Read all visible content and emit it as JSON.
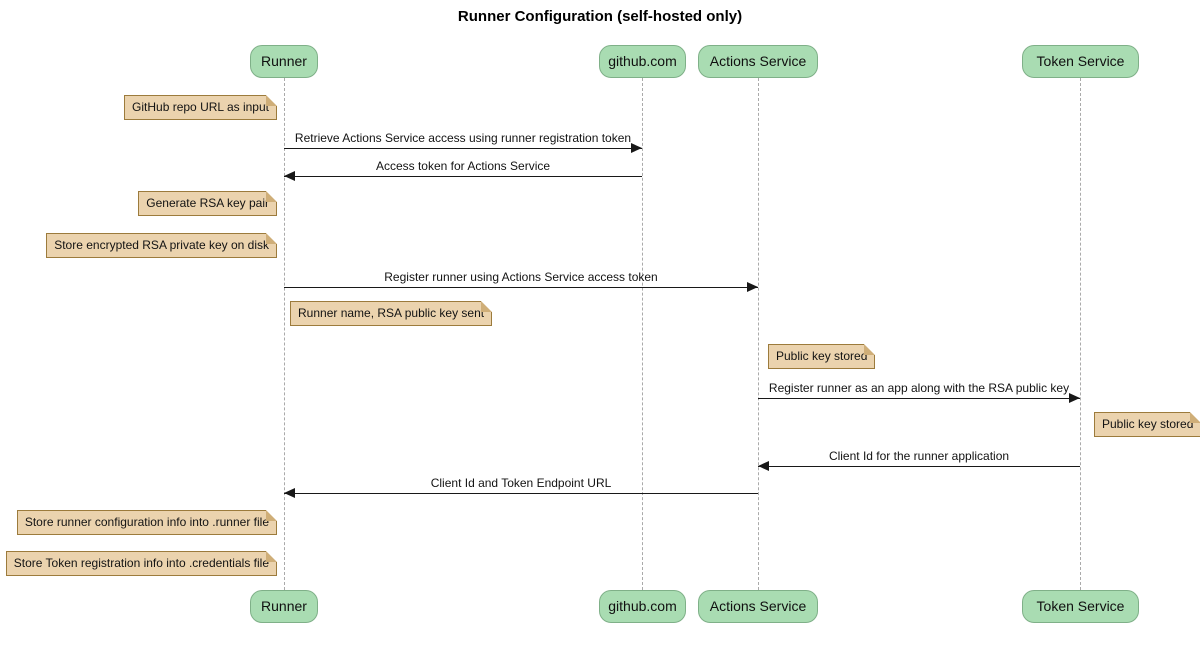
{
  "title": "Runner Configuration (self-hosted only)",
  "colors": {
    "participant_fill": "#a9dcb2",
    "participant_border": "#7fb088",
    "note_fill": "#ebd3ae",
    "note_border": "#9c7b3c",
    "note_fold": "#cfae78",
    "line": "#181818",
    "lifeline": "#aaaaaa"
  },
  "participants": [
    {
      "label": "Runner"
    },
    {
      "label": "github.com"
    },
    {
      "label": "Actions Service"
    },
    {
      "label": "Token Service"
    }
  ],
  "messages": [
    {
      "from": "Runner",
      "to": "github.com",
      "text": "Retrieve Actions Service access using runner registration token"
    },
    {
      "from": "github.com",
      "to": "Runner",
      "text": "Access token for Actions Service"
    },
    {
      "from": "Runner",
      "to": "Actions Service",
      "text": "Register runner using Actions Service access token"
    },
    {
      "from": "Actions Service",
      "to": "Token Service",
      "text": "Register runner as an app along with the RSA public key"
    },
    {
      "from": "Token Service",
      "to": "Actions Service",
      "text": "Client Id for the runner application"
    },
    {
      "from": "Actions Service",
      "to": "Runner",
      "text": "Client Id and Token Endpoint URL"
    }
  ],
  "notes": [
    {
      "text": "GitHub repo URL as input",
      "position": "left of Runner"
    },
    {
      "text": "Generate RSA key pair",
      "position": "left of Runner"
    },
    {
      "text": "Store encrypted RSA private key on disk",
      "position": "left of Runner"
    },
    {
      "text": "Runner name, RSA public key sent",
      "position": "right of Runner"
    },
    {
      "text": "Public key stored",
      "position": "right of Actions Service"
    },
    {
      "text": "Public key stored",
      "position": "right of Token Service"
    },
    {
      "text": "Store runner configuration info into .runner file",
      "position": "left of Runner"
    },
    {
      "text": "Store Token registration info into .credentials file",
      "position": "left of Runner"
    }
  ]
}
